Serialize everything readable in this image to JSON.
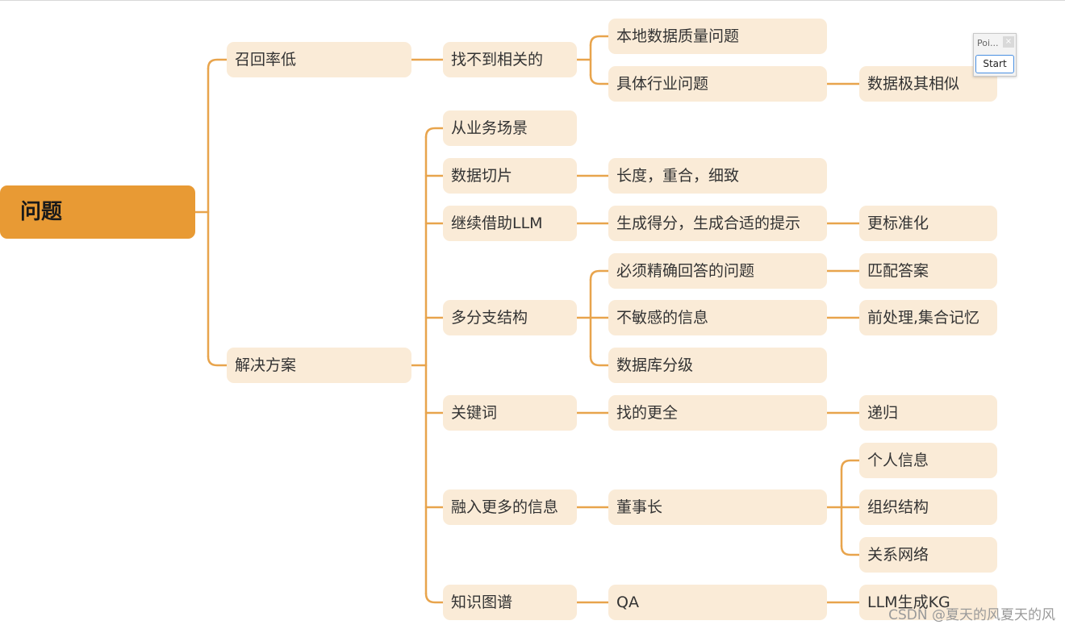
{
  "root": "问题",
  "nodes": {
    "recall_low": "召回率低",
    "not_found": "找不到相关的",
    "local_quality": "本地数据质量问题",
    "industry": "具体行业问题",
    "data_similar": "数据极其相似",
    "solution": "解决方案",
    "biz_scene": "从业务场景",
    "chunking": "数据切片",
    "chunk_detail": "长度，重合，细致",
    "llm": "继续借助LLM",
    "llm_detail": "生成得分，生成合适的提示",
    "standardize": "更标准化",
    "multi_branch": "多分支结构",
    "exact_answer": "必须精确回答的问题",
    "match_answer": "匹配答案",
    "insensitive": "不敏感的信息",
    "preprocess": "前处理,集合记忆",
    "db_level": "数据库分级",
    "keywords": "关键词",
    "more_complete": "找的更全",
    "recursion": "递归",
    "more_info": "融入更多的信息",
    "chairman": "董事长",
    "personal": "个人信息",
    "org": "组织结构",
    "relation": "关系网络",
    "kg": "知识图谱",
    "qa": "QA",
    "llm_kg": "LLM生成KG"
  },
  "popup": {
    "title": "Poi...",
    "close": "×",
    "button": "Start"
  },
  "watermark": "CSDN @夏天的风夏天的风",
  "colors": {
    "line": "#e8a44c",
    "node_bg": "#faebd7",
    "root_bg": "#e89a34"
  }
}
